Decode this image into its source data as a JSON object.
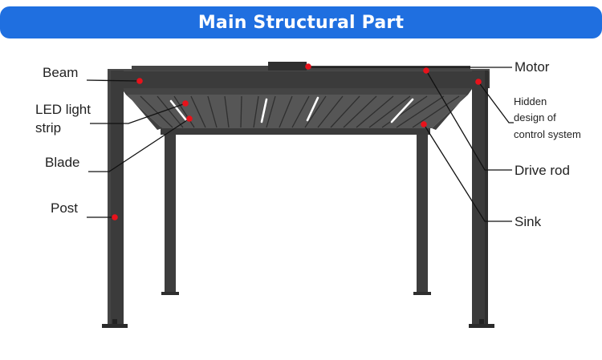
{
  "title": "Main Structural Part",
  "labels": {
    "beam": "Beam",
    "led_line1": "LED light",
    "led_line2": "strip",
    "blade": "Blade",
    "post": "Post",
    "motor": "Motor",
    "hidden_line1": "Hidden",
    "hidden_line2": "design of",
    "hidden_line3": "control system",
    "drive_rod": "Drive rod",
    "sink": "Sink"
  },
  "colors": {
    "banner": "#1f6fe0",
    "frame": "#3a3a3a",
    "frame_light": "#4a4a4a",
    "marker": "#e8121b",
    "leader": "#111111"
  }
}
